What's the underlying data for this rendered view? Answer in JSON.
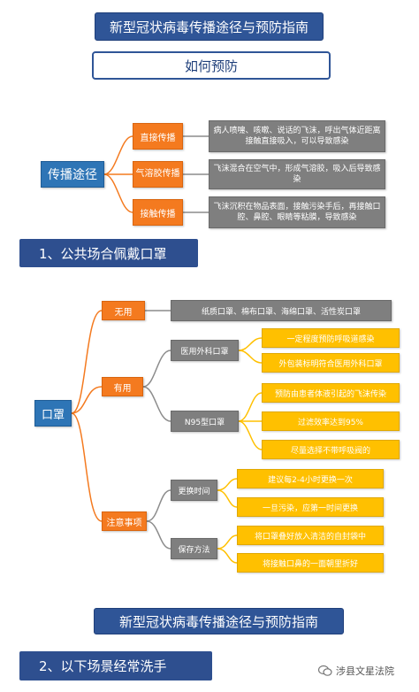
{
  "header": {
    "title": "新型冠状病毒传播途径与预防指南",
    "subtitle": "如何预防"
  },
  "transmission": {
    "root": "传播途径",
    "routes": [
      {
        "name": "直接传播",
        "desc": "病人喷嚏、咳嗽、说话的飞沫，呼出气体近距离接触直接吸入，可以导致感染"
      },
      {
        "name": "气溶胶传播",
        "desc": "飞沫混合在空气中，形成气溶胶，吸入后导致感染"
      },
      {
        "name": "接触传播",
        "desc": "飞沫沉积在物品表面，接触污染手后，再接触口腔、鼻腔、眼睛等粘膜，导致感染"
      }
    ]
  },
  "section1": {
    "title": "1、公共场合佩戴口罩"
  },
  "mask": {
    "root": "口罩",
    "useless": {
      "label": "无用",
      "desc": "纸质口罩、棉布口罩、海绵口罩、活性炭口罩"
    },
    "useful": {
      "label": "有用",
      "types": [
        {
          "name": "医用外科口罩",
          "points": [
            "一定程度预防呼吸道感染",
            "外包装标明符合医用外科口罩"
          ]
        },
        {
          "name": "N95型口罩",
          "points": [
            "预防由患者体液引起的飞沫传染",
            "过滤效率达到95%",
            "尽量选择不带呼吸阀的"
          ]
        }
      ]
    },
    "notes": {
      "label": "注意事项",
      "items": [
        {
          "name": "更换时间",
          "points": [
            "建议每2-4小时更换一次",
            "一旦污染，应第一时间更换"
          ]
        },
        {
          "name": "保存方法",
          "points": [
            "将口罩叠好放入清洁的自封袋中",
            "将接触口鼻的一面朝里折好"
          ]
        }
      ]
    }
  },
  "footer": {
    "banner": "新型冠状病毒传播途径与预防指南",
    "section2": "2、以下场景经常洗手",
    "watermark": "涉县文星法院"
  },
  "colors": {
    "navy": "#2f5597",
    "blue": "#2e75b6",
    "orange": "#f47a1f",
    "gray": "#7f7f7f",
    "yellow": "#ffc000"
  }
}
